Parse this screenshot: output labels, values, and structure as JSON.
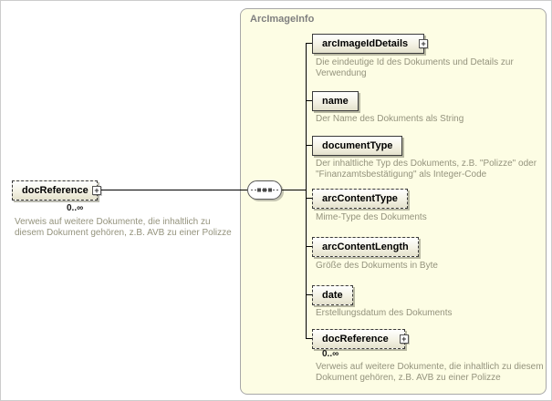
{
  "colors": {
    "container-bg": "#fdfde4",
    "container-border": "#a8a8a8",
    "annotation-color": "#94937d",
    "title-color": "#7f7f7f",
    "line-color": "#000000"
  },
  "icons": {
    "expand": "+",
    "sequence": "sequence-compositor"
  },
  "container": {
    "title": "ArcImageInfo"
  },
  "root": {
    "label": "docReference",
    "optional": true,
    "cardinality": "0..∞",
    "description": "Verweis auf weitere Dokumente, die inhaltlich zu diesem Dokument gehören, z.B. AVB zu einer Polizze"
  },
  "children": [
    {
      "label": "arcImageIdDetails",
      "optional": false,
      "expandable": true,
      "description": "Die eindeutige Id des Dokuments und Details zur Verwendung"
    },
    {
      "label": "name",
      "optional": false,
      "expandable": false,
      "description": "Der Name des Dokuments als String"
    },
    {
      "label": "documentType",
      "optional": false,
      "expandable": false,
      "description": "Der inhaltliche Typ des Dokuments, z.B. \"Polizze\" oder \"Finanzamtsbestätigung\" als Integer-Code"
    },
    {
      "label": "arcContentType",
      "optional": true,
      "expandable": false,
      "description": "Mime-Type des Dokuments"
    },
    {
      "label": "arcContentLength",
      "optional": true,
      "expandable": false,
      "description": "Größe des Dokuments in Byte"
    },
    {
      "label": "date",
      "optional": true,
      "expandable": false,
      "description": "Erstellungsdatum des Dokuments"
    },
    {
      "label": "docReference",
      "optional": true,
      "expandable": true,
      "cardinality": "0..∞",
      "description": "Verweis auf weitere Dokumente, die inhaltlich zu diesem Dokument gehören, z.B. AVB zu einer Polizze"
    }
  ]
}
